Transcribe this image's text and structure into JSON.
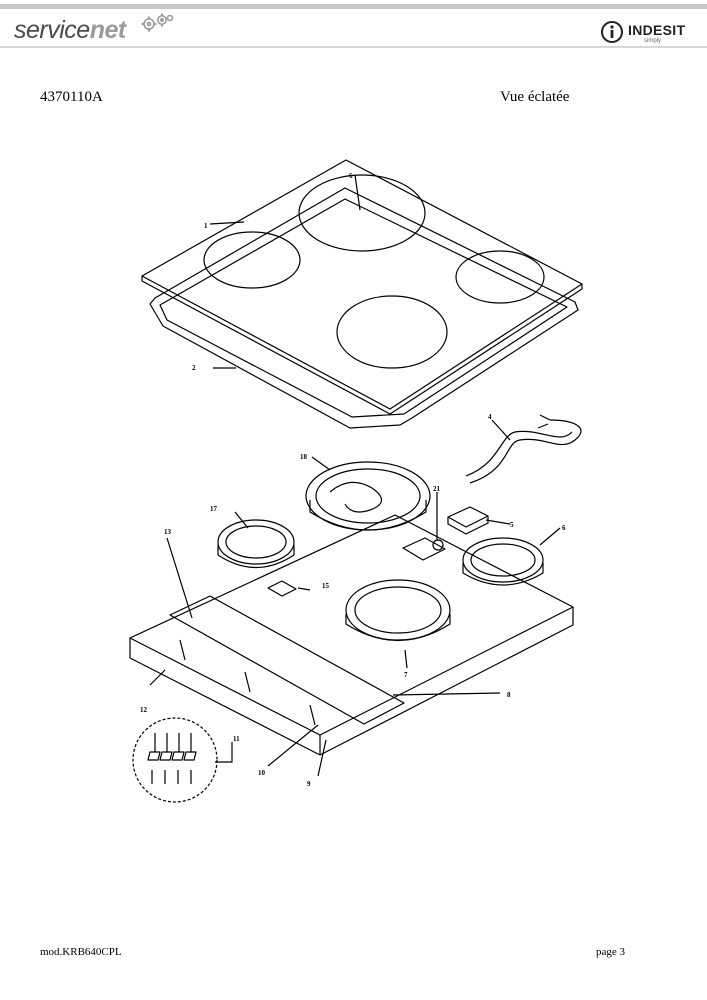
{
  "header": {
    "logo_part1": "service",
    "logo_part2": "net",
    "brand_name": "INDESIT",
    "brand_tagline": "simply"
  },
  "document": {
    "reference": "4370110A",
    "view_title": "Vue éclatée"
  },
  "diagram": {
    "callouts": [
      "1",
      "2",
      "4",
      "5",
      "6",
      "7",
      "8",
      "9",
      "10",
      "11",
      "12",
      "13",
      "15",
      "17",
      "18",
      "21",
      "6"
    ]
  },
  "footer": {
    "model": "mod.KRB640CPL",
    "page": "page 3"
  },
  "colors": {
    "logo_dark": "#4a4a4a",
    "logo_light": "#9b9b9b",
    "stripe": "#c8c8c8"
  }
}
